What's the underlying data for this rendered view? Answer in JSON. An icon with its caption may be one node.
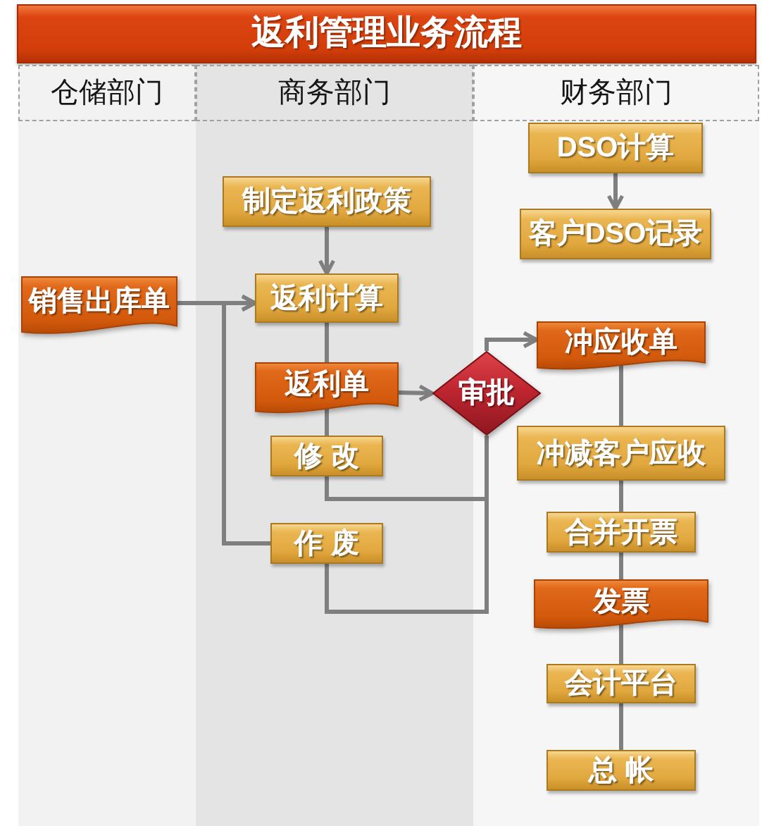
{
  "diagram": {
    "title": "返利管理业务流程",
    "nodes": [
      {
        "text": [
          "仓储部门"
        ]
      },
      {
        "text": [
          "商务部门"
        ]
      },
      {
        "text": [
          "财务部门"
        ]
      },
      {
        "text": [
          "DSO计算"
        ],
        "in": 2
      },
      {
        "text": [
          "制定返利政策"
        ],
        "in": 1
      },
      {
        "text": [
          "客户DSO记录"
        ],
        "in": 2
      },
      {
        "text": [
          "销售出库单"
        ],
        "in": 0
      },
      {
        "text": [
          "返利计算"
        ],
        "in": 1
      },
      {
        "text": [
          "冲应收单"
        ],
        "in": 2
      },
      {
        "text": [
          "返利单"
        ],
        "in": 1
      },
      {
        "text": [
          "审批"
        ]
      },
      {
        "text": [
          "冲减客户应收"
        ],
        "in": 2
      },
      {
        "text": [
          "修 改"
        ],
        "in": 1
      },
      {
        "text": [
          "合并开票"
        ],
        "in": 2
      },
      {
        "text": [
          "作 废"
        ],
        "in": 1
      },
      {
        "text": [
          "发票"
        ],
        "in": 2
      },
      {
        "text": [
          "会计平台"
        ],
        "in": 2
      },
      {
        "text": [
          "总 帐"
        ],
        "in": 2
      }
    ],
    "edges": [
      {
        "from": 4,
        "to": 7,
        "arrow": "to"
      },
      {
        "from": 6,
        "to": 7,
        "arrow": "to"
      },
      {
        "from": 14,
        "to": 7,
        "arrow": "to"
      },
      {
        "from": 7,
        "to": 9,
        "arrow": "none"
      },
      {
        "from": 9,
        "to": 10,
        "arrow": "to"
      },
      {
        "from": 9,
        "to": 12,
        "arrow": "none"
      },
      {
        "from": 10,
        "to": 12,
        "arrow": "none"
      },
      {
        "from": 10,
        "to": 14,
        "arrow": "none"
      },
      {
        "from": 10,
        "to": 8,
        "arrow": "to"
      },
      {
        "from": 8,
        "to": 11,
        "arrow": "none"
      },
      {
        "from": 11,
        "to": 13,
        "arrow": "none"
      },
      {
        "from": 13,
        "to": 15,
        "arrow": "none"
      },
      {
        "from": 15,
        "to": 16,
        "arrow": "none"
      },
      {
        "from": 16,
        "to": 17,
        "arrow": "none"
      },
      {
        "from": 3,
        "to": 5,
        "arrow": "to"
      }
    ]
  }
}
